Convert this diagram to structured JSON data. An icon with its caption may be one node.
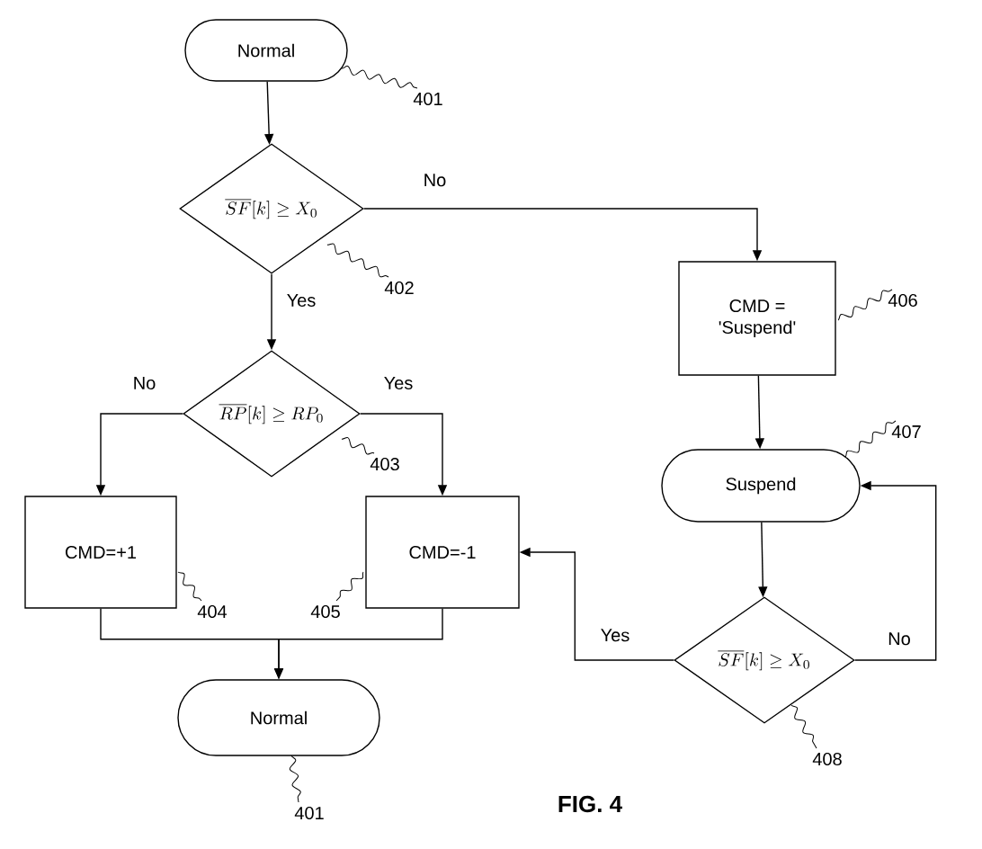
{
  "diagram": {
    "caption": "FIG. 4",
    "nodes": [
      {
        "text": [
          "Normal"
        ],
        "beside": [
          "401"
        ]
      },
      {
        "text": [
          "\\overline{SF}[k]\\geq X_0"
        ],
        "beside": [
          "402"
        ]
      },
      {
        "text": [
          "\\overline{RP}[k]\\geq RP_0"
        ],
        "beside": [
          "403"
        ]
      },
      {
        "text": [
          "CMD=+1"
        ],
        "beside": [
          "404"
        ]
      },
      {
        "text": [
          "CMD=-1"
        ],
        "beside": [
          "405"
        ]
      },
      {
        "text": [
          "Normal"
        ],
        "beside": [
          "401"
        ]
      },
      {
        "text": [
          "CMD = 'Suspend'"
        ],
        "beside": [
          "406"
        ]
      },
      {
        "text": [
          "Suspend"
        ],
        "beside": [
          "407"
        ]
      },
      {
        "text": [
          "\\overline{SF}[k]\\geq X_0"
        ],
        "beside": [
          "408"
        ]
      }
    ],
    "edges": [
      {
        "from": 0,
        "to": 1,
        "arrow": "to"
      },
      {
        "from": 1,
        "to": 6,
        "arrow": "to",
        "label": "No"
      },
      {
        "from": 1,
        "to": 2,
        "arrow": "to",
        "label": "Yes"
      },
      {
        "from": 2,
        "to": 3,
        "arrow": "to",
        "label": "No"
      },
      {
        "from": 2,
        "to": 4,
        "arrow": "to",
        "label": "Yes"
      },
      {
        "from": 3,
        "to": 5,
        "arrow": "to"
      },
      {
        "from": 4,
        "to": 5,
        "arrow": "to"
      },
      {
        "from": 6,
        "to": 7,
        "arrow": "to"
      },
      {
        "from": 7,
        "to": 8,
        "arrow": "to"
      },
      {
        "from": 8,
        "to": 4,
        "arrow": "to",
        "label": "Yes"
      },
      {
        "from": 8,
        "to": 7,
        "arrow": "to",
        "label": "No"
      }
    ]
  }
}
